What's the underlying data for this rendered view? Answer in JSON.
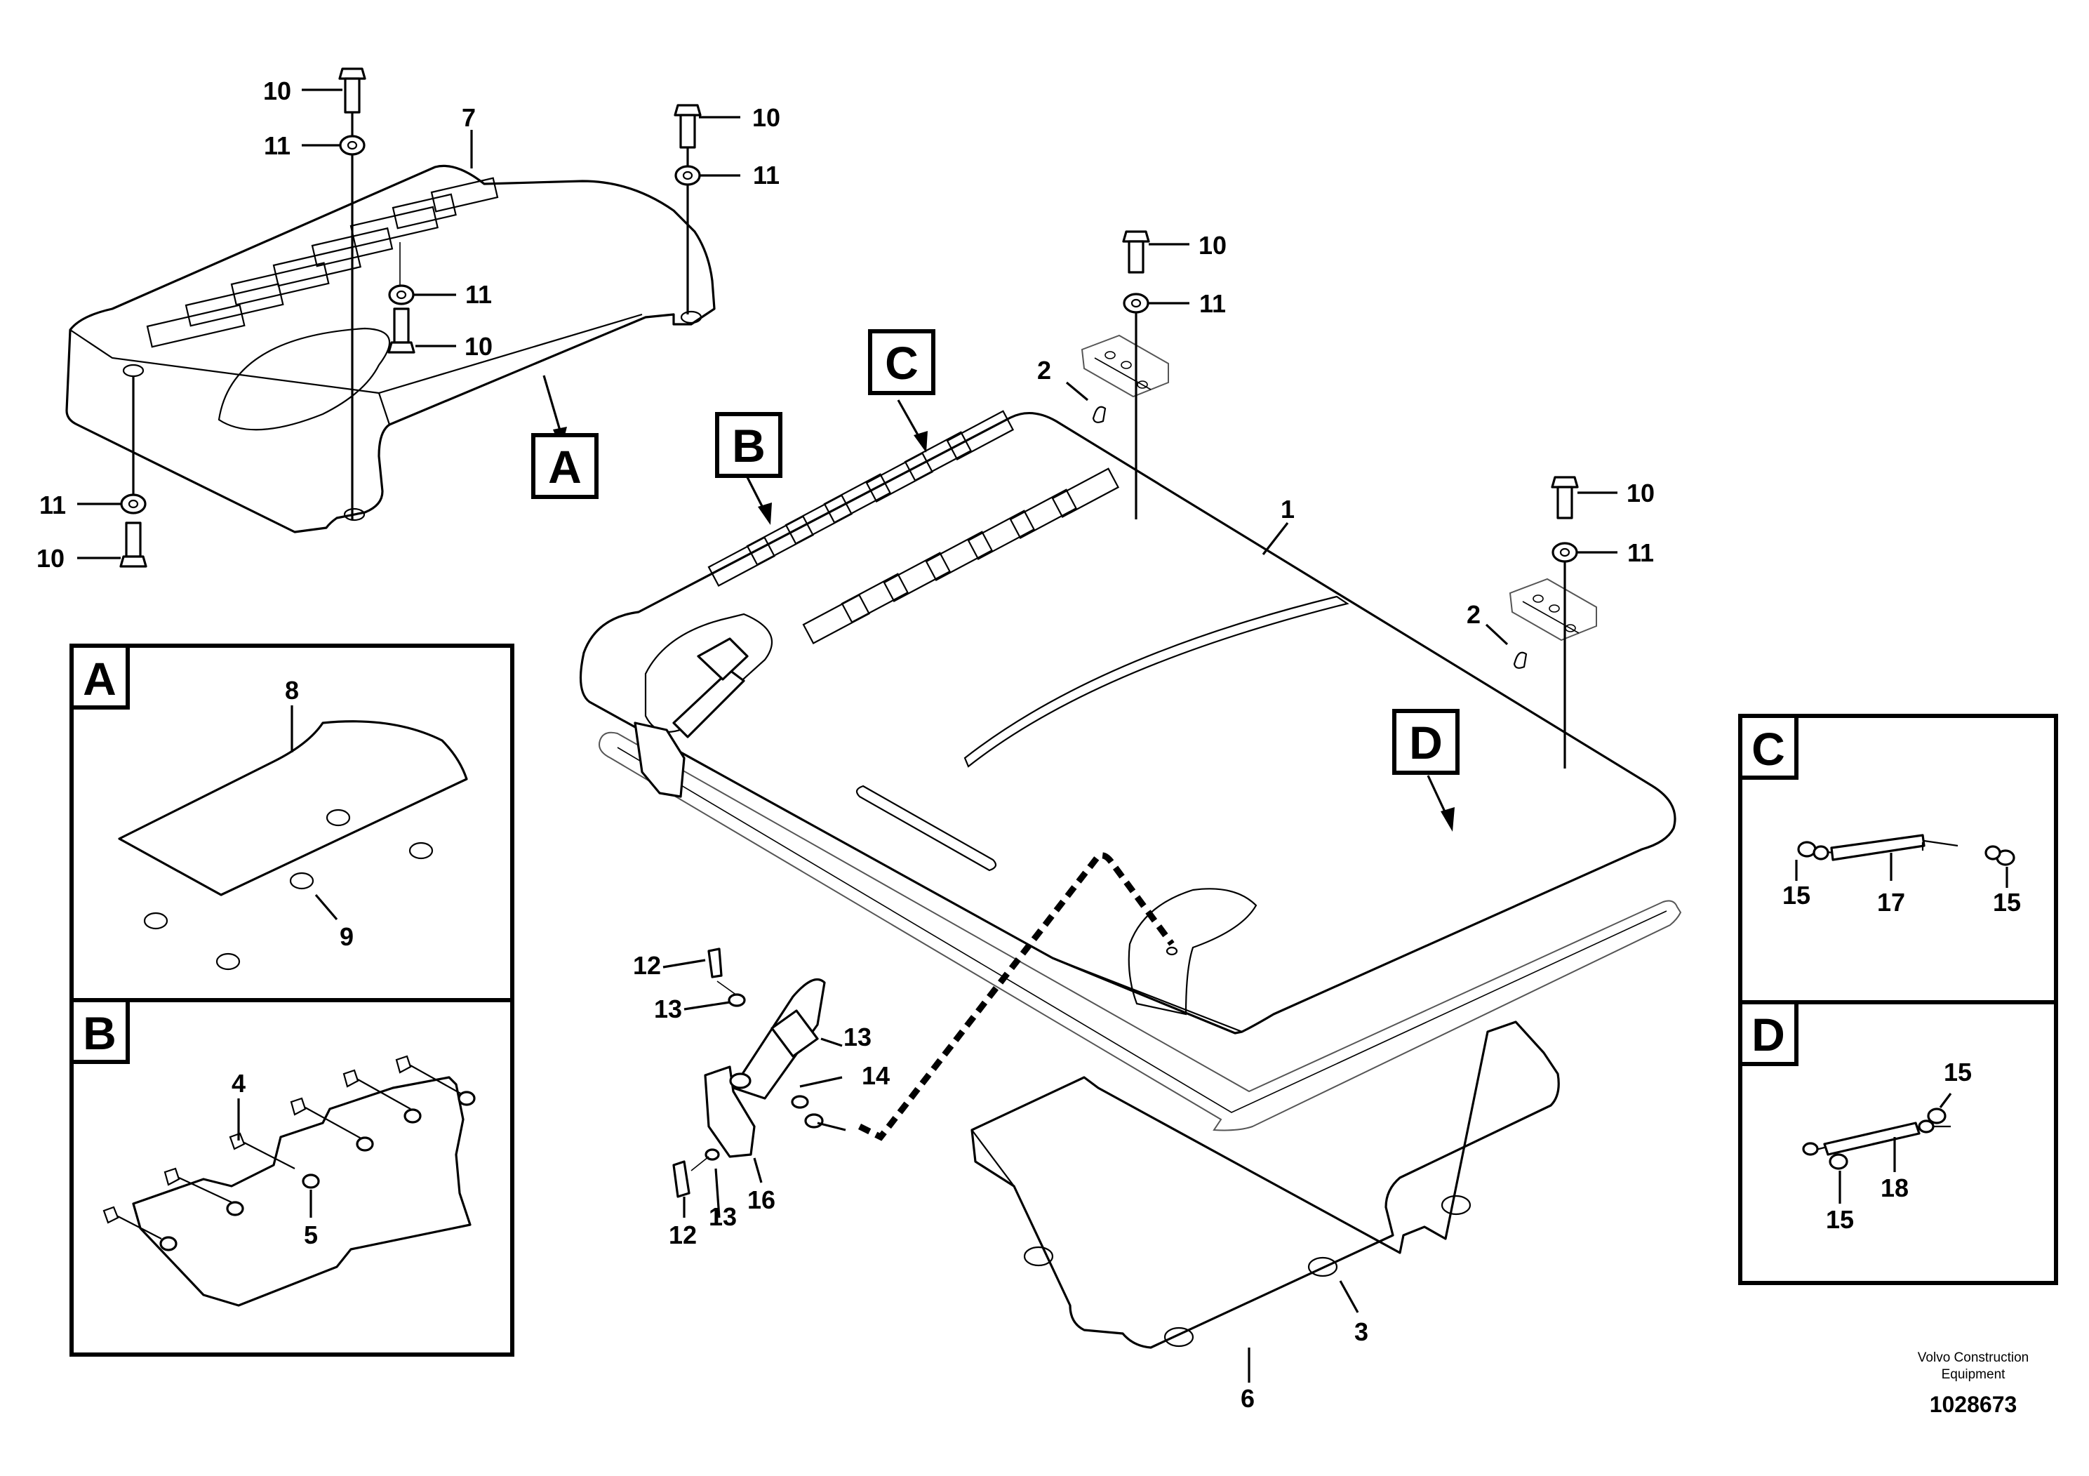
{
  "diagram": {
    "callouts": {
      "c1": "1",
      "c2a": "2",
      "c2b": "2",
      "c3": "3",
      "c4": "4",
      "c5": "5",
      "c6": "6",
      "c7": "7",
      "c8": "8",
      "c9": "9",
      "c10a": "10",
      "c10b": "10",
      "c10c": "10",
      "c10d": "10",
      "c10e": "10",
      "c10f": "10",
      "c11a": "11",
      "c11b": "11",
      "c11c": "11",
      "c11d": "11",
      "c11e": "11",
      "c11f": "11",
      "c12a": "12",
      "c12b": "12",
      "c13a": "13",
      "c13b": "13",
      "c13c": "13",
      "c14": "14",
      "c15a": "15",
      "c15b": "15",
      "c15c": "15",
      "c15d": "15",
      "c16": "16",
      "c17": "17",
      "c18": "18"
    },
    "view_letters": {
      "marker_a": "A",
      "marker_b": "B",
      "marker_c": "C",
      "marker_d": "D",
      "panel_a": "A",
      "panel_b": "B",
      "panel_c": "C",
      "panel_d": "D"
    },
    "footer": {
      "maker_line1": "Volvo Construction",
      "maker_line2": "Equipment",
      "drawing_number": "1028673"
    }
  }
}
